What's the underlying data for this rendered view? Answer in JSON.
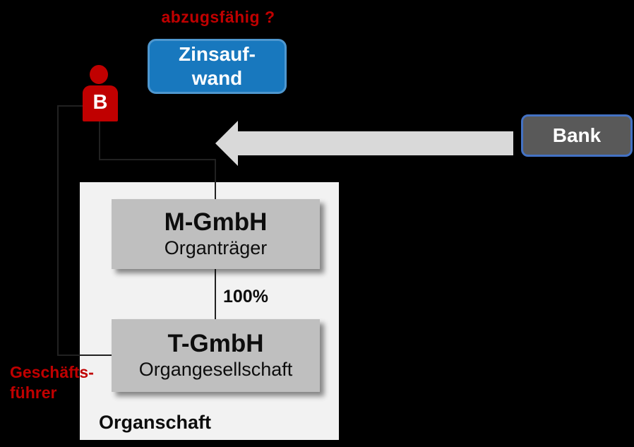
{
  "labels": {
    "question": "abzugsfähig ?",
    "zinsaufwand_line1": "Zinsauf-",
    "zinsaufwand_line2": "wand",
    "person_initial": "B",
    "bank": "Bank",
    "m_gmbh_title": "M-GmbH",
    "m_gmbh_subtitle": "Organträger",
    "ownership": "100%",
    "t_gmbh_title": "T-GmbH",
    "t_gmbh_subtitle": "Organgesellschaft",
    "group_label": "Organschaft",
    "manager_line1": "Geschäfts-",
    "manager_line2": "führer"
  },
  "colors": {
    "background": "#000000",
    "accent_red": "#C00000",
    "zins_fill": "#1878BE",
    "zins_border": "#4E97CF",
    "bank_fill": "#595959",
    "bank_border": "#4472C4",
    "arrow_gray": "#D9D9D9",
    "company_box_gray": "#BFBFBF",
    "panel_bg": "#F2F2F2",
    "text_dark": "#0D0D0D"
  }
}
